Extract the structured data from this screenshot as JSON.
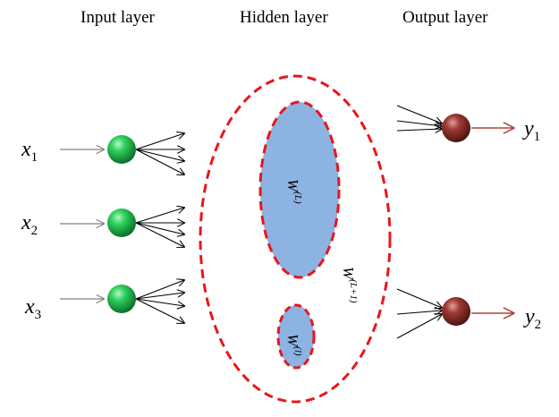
{
  "layers": {
    "input_title": "Input layer",
    "hidden_title": "Hidden layer",
    "output_title": "Output layer"
  },
  "inputs": [
    {
      "symbol": "x",
      "sub": "1"
    },
    {
      "symbol": "x",
      "sub": "2"
    },
    {
      "symbol": "x",
      "sub": "3"
    }
  ],
  "outputs": [
    {
      "symbol": "y",
      "sub": "1"
    },
    {
      "symbol": "y",
      "sub": "2"
    }
  ],
  "weights": {
    "big": {
      "symbol": "W",
      "sup": "(L)"
    },
    "small": {
      "symbol": "W",
      "sup": "(l)"
    },
    "outer": {
      "symbol": "W",
      "sup": "(L+1)"
    }
  },
  "colors": {
    "input_node": "#1db24a",
    "output_node": "#8b2b26",
    "hidden_fill": "#8db3e2",
    "dashed_border": "#e8161b",
    "output_arrow": "#b0413b",
    "input_arrow": "#808080"
  }
}
